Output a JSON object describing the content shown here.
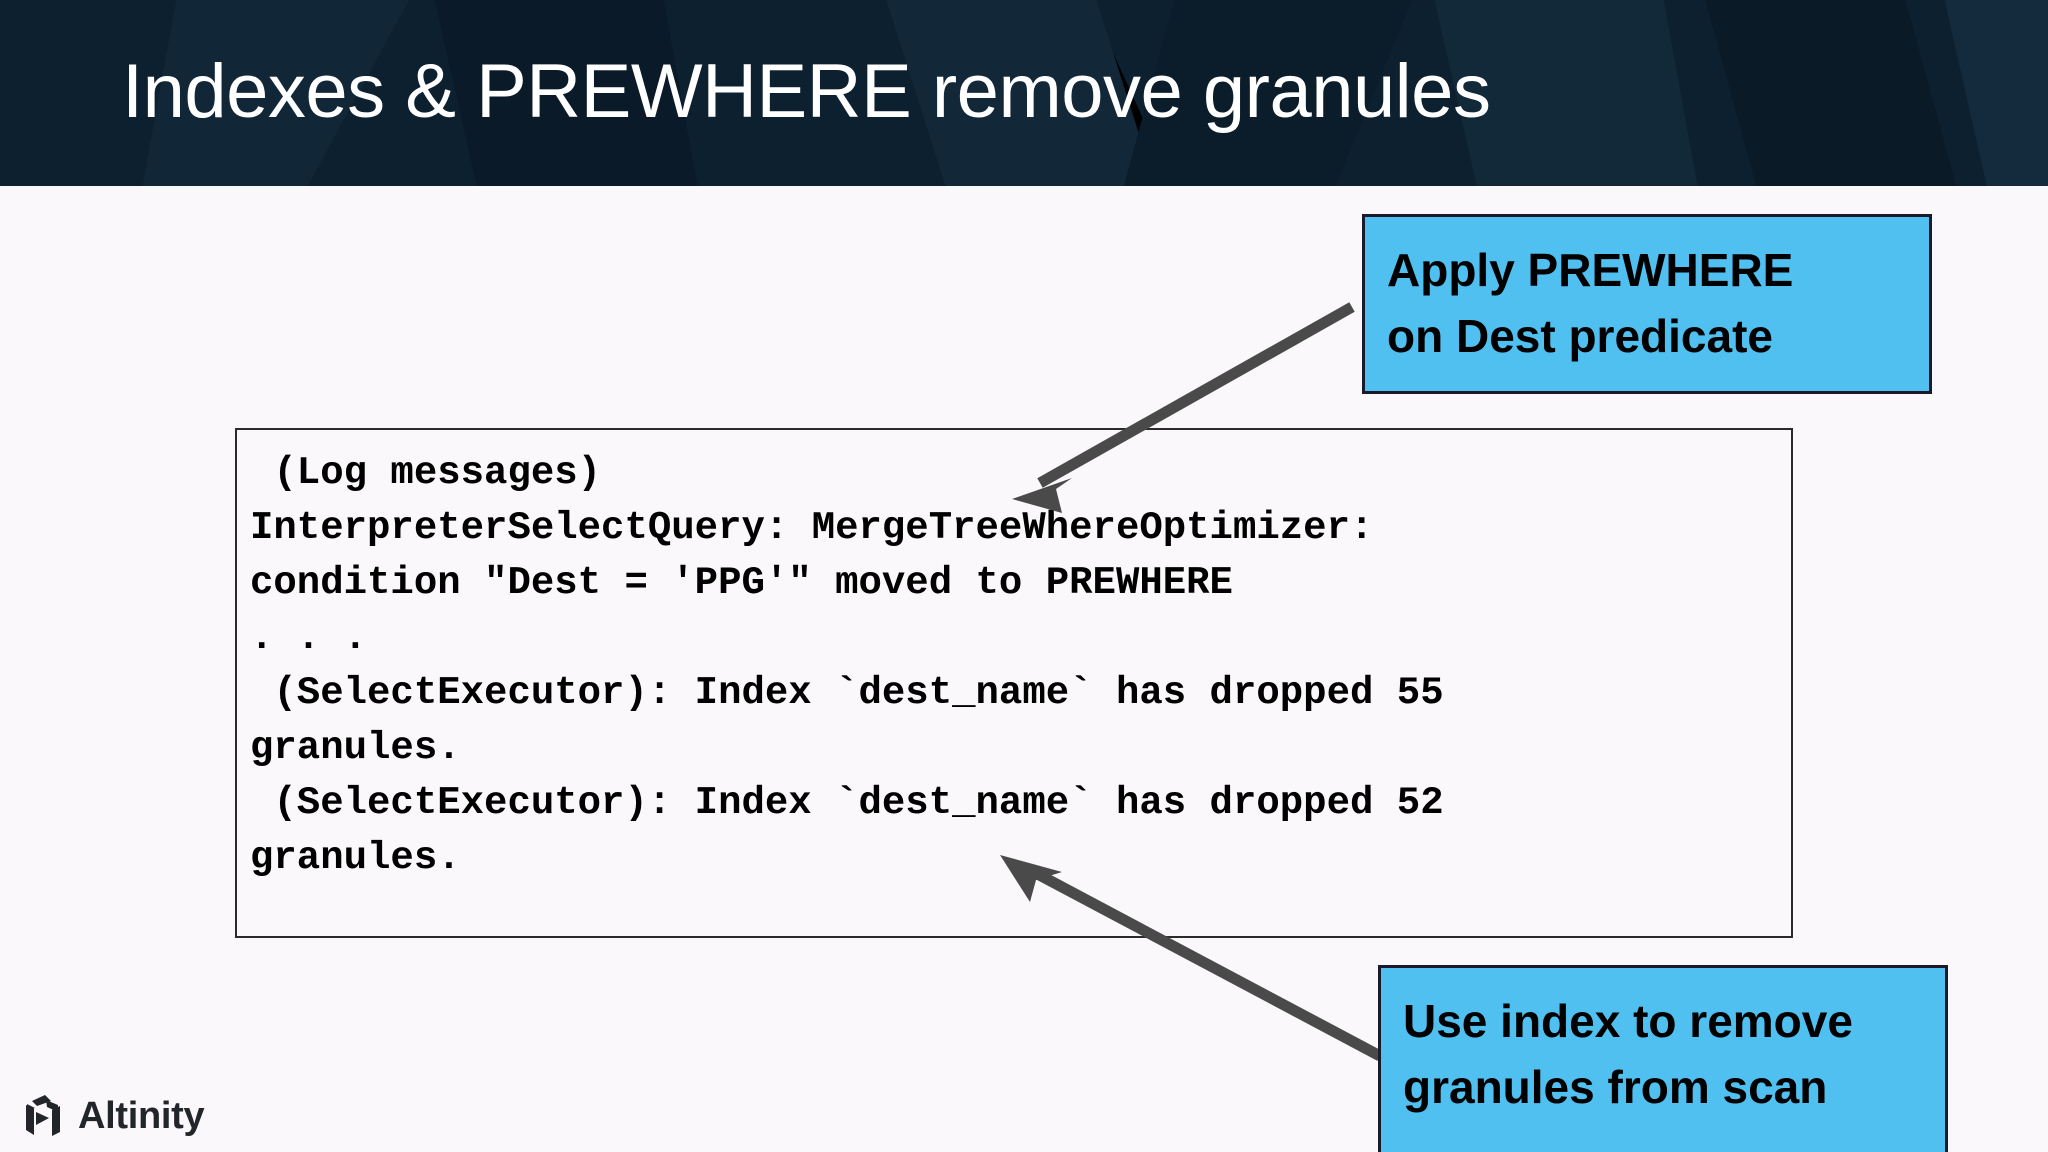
{
  "slide": {
    "title": "Indexes & PREWHERE remove granules",
    "background_color": "#faf8fa",
    "header_color": "#0d2030",
    "accent_color": "#4fc0f0",
    "arrow_color": "#4a4a4a"
  },
  "code_panel": {
    "lines": [
      " (Log messages)",
      "InterpreterSelectQuery: MergeTreeWhereOptimizer:",
      "condition \"Dest = 'PPG'\" moved to PREWHERE",
      ". . .",
      " (SelectExecutor): Index `dest_name` has dropped 55",
      "granules.",
      " (SelectExecutor): Index `dest_name` has dropped 52",
      "granules."
    ],
    "text": " (Log messages)\nInterpreterSelectQuery: MergeTreeWhereOptimizer:\ncondition \"Dest = 'PPG'\" moved to PREWHERE\n. . .\n (SelectExecutor): Index `dest_name` has dropped 55\ngranules.\n (SelectExecutor): Index `dest_name` has dropped 52\ngranules."
  },
  "callouts": [
    {
      "id": "prewhere",
      "line1": "Apply PREWHERE",
      "line2": "on Dest predicate",
      "text": "Apply PREWHERE on Dest predicate"
    },
    {
      "id": "index",
      "line1": "Use index to remove",
      "line2": "granules from scan",
      "text": "Use index to remove granules from scan"
    }
  ],
  "footer": {
    "brand": "Altinity",
    "logo_icon": "altinity-cube-icon"
  }
}
